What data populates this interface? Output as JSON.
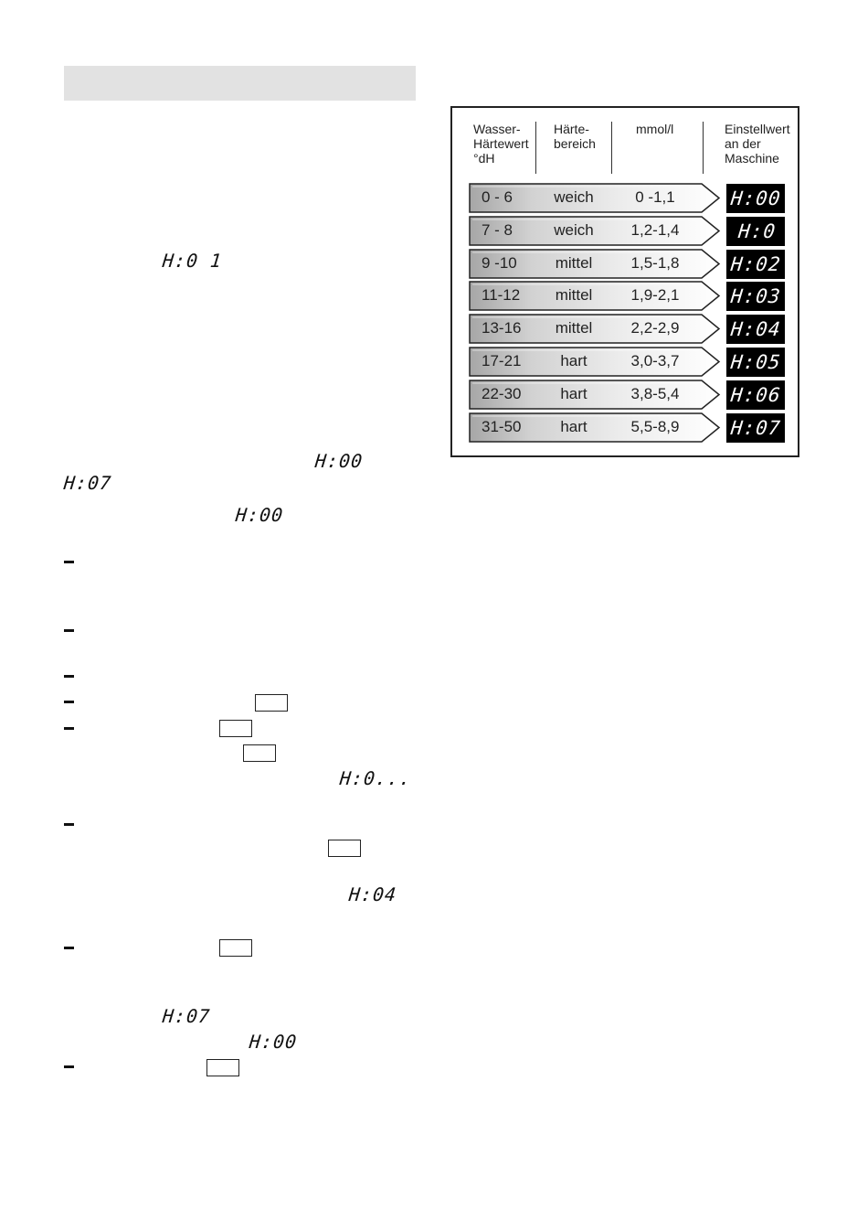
{
  "body": {
    "codes": {
      "h01": "H:0 1",
      "h00_a": "H:00",
      "h07_a": "H:07",
      "h00_b": "H:00",
      "h0x": "H:0...",
      "h04": "H:04",
      "h07_b": "H:07",
      "h00_c": "H:00"
    }
  },
  "table": {
    "headers": [
      "Wasser-\nHärtewert\n°dH",
      "Härte-\nbereich",
      "mmol/l",
      "Einstellwert\nan der\nMaschine"
    ],
    "rows": [
      {
        "dh": "0 - 6",
        "bereich": "weich",
        "mmol": "0 -1,1",
        "code": "H:00"
      },
      {
        "dh": "7 - 8",
        "bereich": "weich",
        "mmol": "1,2-1,4",
        "code": "H:0 1"
      },
      {
        "dh": "9 -10",
        "bereich": "mittel",
        "mmol": "1,5-1,8",
        "code": "H:02"
      },
      {
        "dh": "11-12",
        "bereich": "mittel",
        "mmol": "1,9-2,1",
        "code": "H:03"
      },
      {
        "dh": "13-16",
        "bereich": "mittel",
        "mmol": "2,2-2,9",
        "code": "H:04"
      },
      {
        "dh": "17-21",
        "bereich": "hart",
        "mmol": "3,0-3,7",
        "code": "H:05"
      },
      {
        "dh": "22-30",
        "bereich": "hart",
        "mmol": "3,8-5,4",
        "code": "H:06"
      },
      {
        "dh": "31-50",
        "bereich": "hart",
        "mmol": "5,5-8,9",
        "code": "H:07"
      }
    ]
  }
}
